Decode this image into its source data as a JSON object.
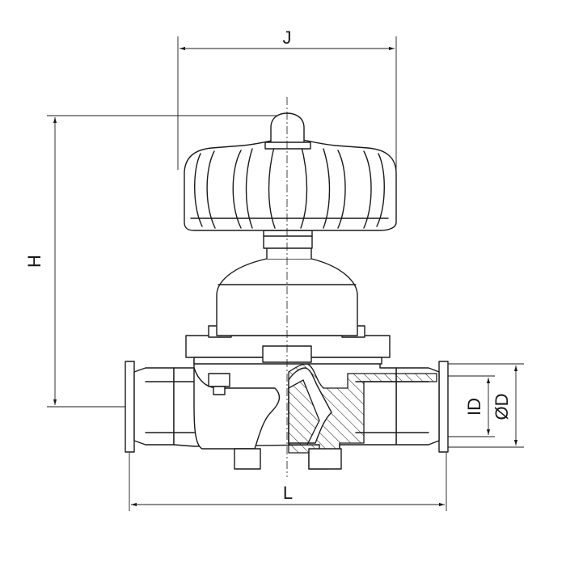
{
  "drawing": {
    "labels": {
      "j": "J",
      "h": "H",
      "l": "L",
      "id": "ID",
      "od": "ØD"
    }
  }
}
